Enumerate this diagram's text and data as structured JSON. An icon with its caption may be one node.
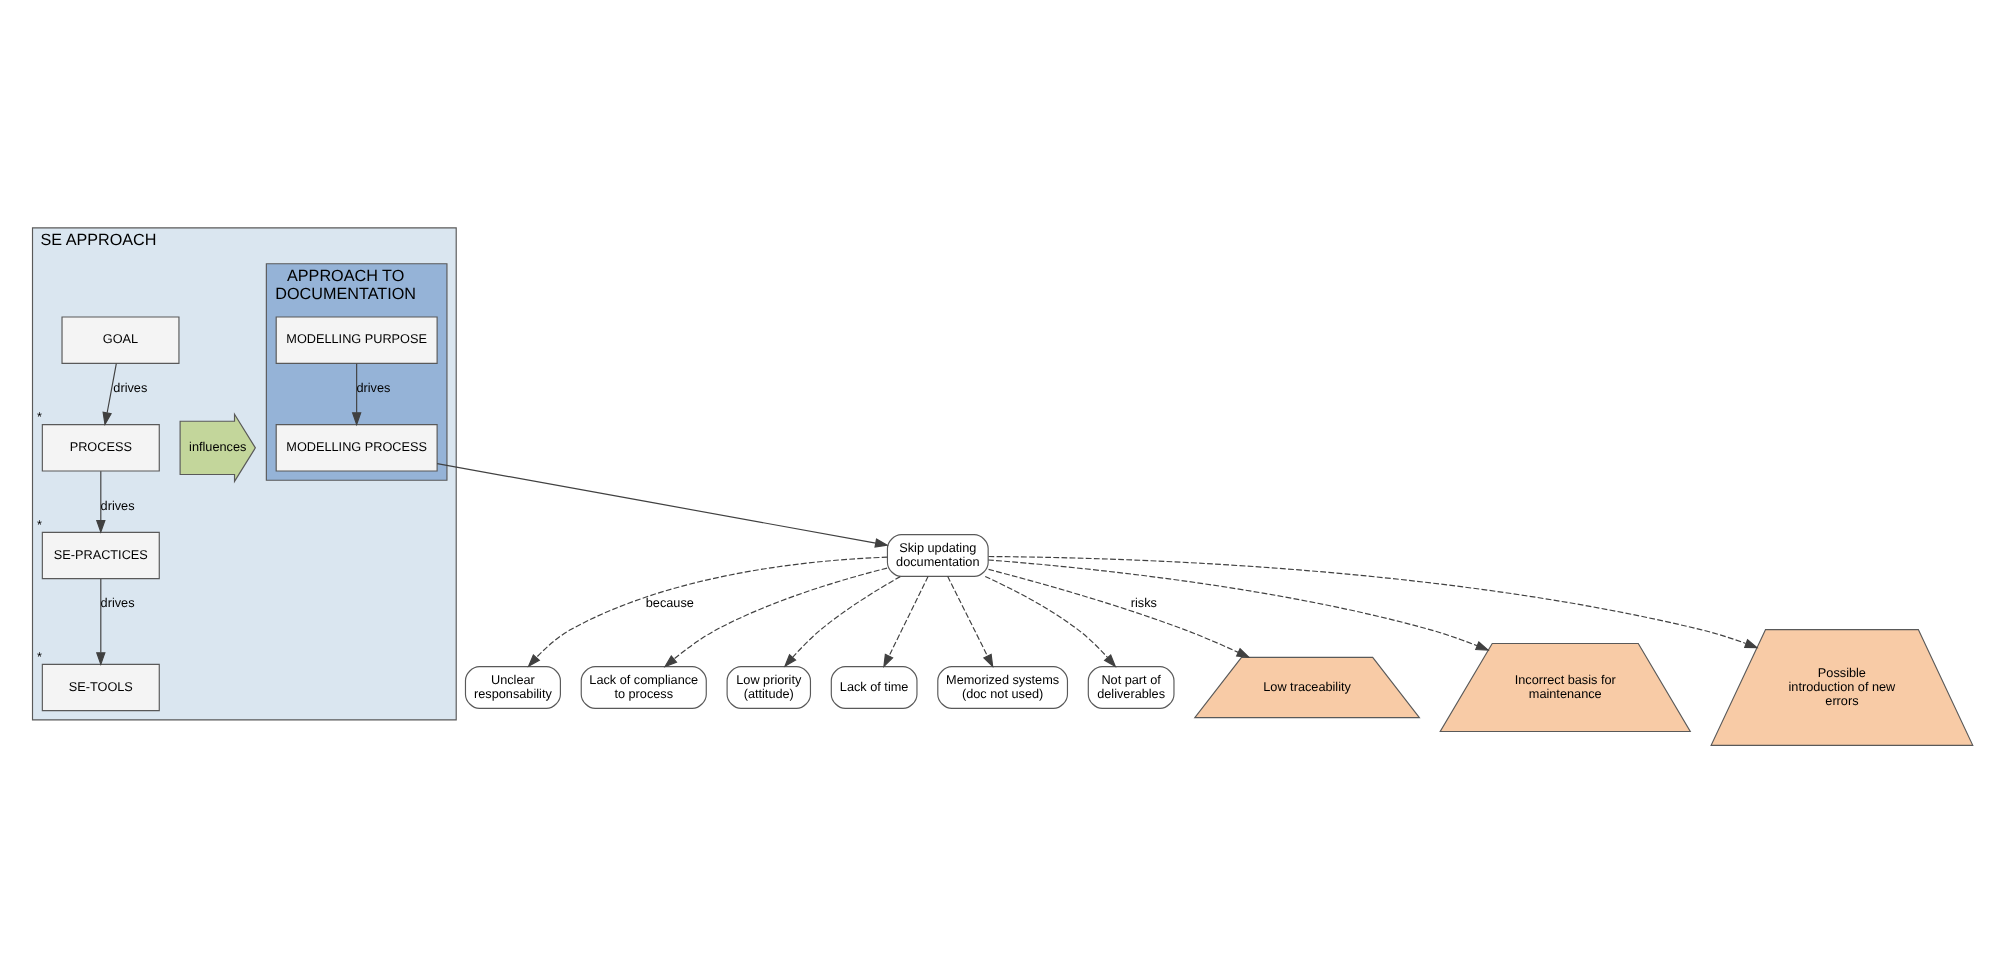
{
  "diagram": {
    "nodes": [
      {
        "text": [
          "SE APPROACH"
        ]
      },
      {
        "text": [
          "GOAL"
        ],
        "in": 0
      },
      {
        "text": [
          "PROCESS"
        ],
        "in": 0,
        "beside": [
          "*"
        ]
      },
      {
        "text": [
          "SE-PRACTICES"
        ],
        "in": 0,
        "beside": [
          "*"
        ]
      },
      {
        "text": [
          "SE-TOOLS"
        ],
        "in": 0,
        "beside": [
          "*"
        ]
      },
      {
        "text": [
          "influences"
        ],
        "in": 0
      },
      {
        "text": [
          "APPROACH TO DOCUMENTATION"
        ],
        "in": 0
      },
      {
        "text": [
          "MODELLING PURPOSE"
        ],
        "in": 6
      },
      {
        "text": [
          "MODELLING PROCESS"
        ],
        "in": 6
      },
      {
        "text": [
          "Skip updating documentation"
        ]
      },
      {
        "text": [
          "Unclear responsability"
        ]
      },
      {
        "text": [
          "Lack of compliance to process"
        ]
      },
      {
        "text": [
          "Low priority (attitude)"
        ]
      },
      {
        "text": [
          "Lack of time"
        ]
      },
      {
        "text": [
          "Memorized systems (doc not used)"
        ]
      },
      {
        "text": [
          "Not part of deliverables"
        ]
      },
      {
        "text": [
          "Low traceability"
        ]
      },
      {
        "text": [
          "Incorrect basis for maintenance"
        ]
      },
      {
        "text": [
          "Possible introduction of new errors"
        ]
      }
    ],
    "edges": [
      {
        "from": 1,
        "to": 2,
        "arrow": "to",
        "label": "drives"
      },
      {
        "from": 2,
        "to": 3,
        "arrow": "to",
        "label": "drives"
      },
      {
        "from": 3,
        "to": 4,
        "arrow": "to",
        "label": "drives"
      },
      {
        "from": 7,
        "to": 8,
        "arrow": "to",
        "label": "drives"
      },
      {
        "from": 8,
        "to": 9,
        "arrow": "to"
      },
      {
        "from": 9,
        "to": 10,
        "arrow": "to",
        "style": "dashed",
        "label": "because"
      },
      {
        "from": 9,
        "to": 11,
        "arrow": "to",
        "style": "dashed"
      },
      {
        "from": 9,
        "to": 12,
        "arrow": "to",
        "style": "dashed"
      },
      {
        "from": 9,
        "to": 13,
        "arrow": "to",
        "style": "dashed"
      },
      {
        "from": 9,
        "to": 14,
        "arrow": "to",
        "style": "dashed"
      },
      {
        "from": 9,
        "to": 15,
        "arrow": "to",
        "style": "dashed"
      },
      {
        "from": 9,
        "to": 16,
        "arrow": "to",
        "style": "dashed",
        "label": "risks"
      },
      {
        "from": 9,
        "to": 17,
        "arrow": "to",
        "style": "dashed"
      },
      {
        "from": 9,
        "to": 18,
        "arrow": "to",
        "style": "dashed"
      }
    ]
  }
}
